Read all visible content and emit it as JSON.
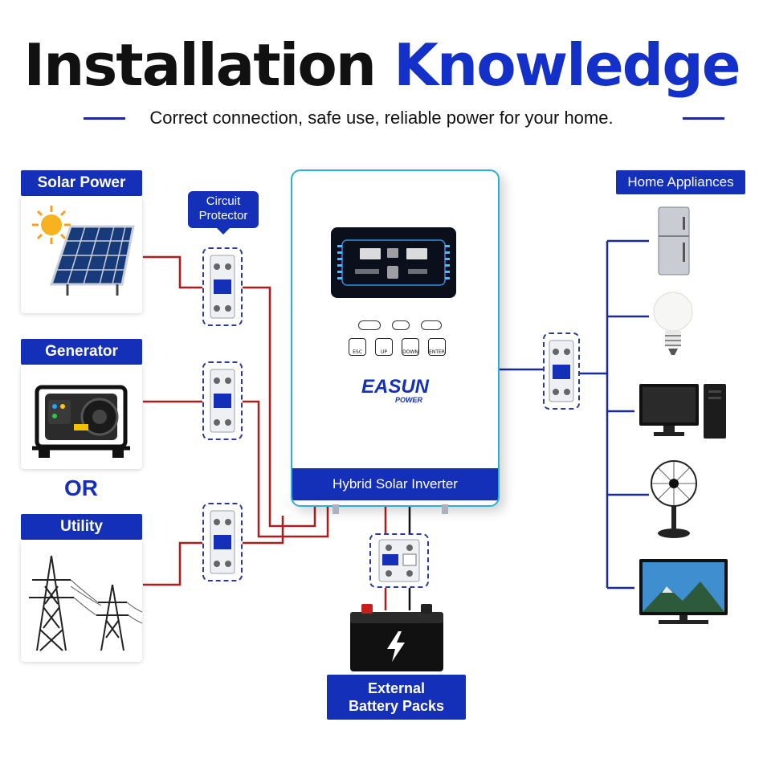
{
  "header": {
    "title_part1": "Installation",
    "title_part2": "Knowledge",
    "subtitle": "Correct connection, safe use, reliable power for your home."
  },
  "sources": {
    "solar": {
      "label": "Solar Power"
    },
    "generator": {
      "label": "Generator"
    },
    "or_text": "OR",
    "utility": {
      "label": "Utility"
    }
  },
  "circuit_protector_label": "Circuit\nProtector",
  "inverter": {
    "brand_line1": "EASUN",
    "brand_line2": "POWER",
    "label": "Hybrid Solar Inverter",
    "buttons": [
      "ESC",
      "UP",
      "DOWN",
      "ENTER"
    ]
  },
  "appliances": {
    "label": "Home Appliances"
  },
  "battery": {
    "label": "External\nBattery Packs"
  },
  "colors": {
    "accent_blue": "#1530b8",
    "ac_wire": "#b01c1c",
    "dc_wire_neg": "#111111",
    "load_wire": "#1a2a9c"
  }
}
